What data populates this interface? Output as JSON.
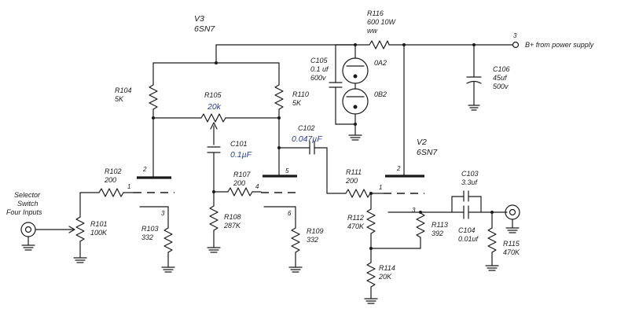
{
  "tubes": {
    "v3": {
      "ref": "V3",
      "type": "6SN7"
    },
    "v2": {
      "ref": "V2",
      "type": "6SN7"
    }
  },
  "pins": {
    "v3_p2": "2",
    "v3_p1": "1",
    "v3_p3": "3",
    "v3_p5": "5",
    "v3_p4": "4",
    "v3_p6": "6",
    "v2_p2": "2",
    "v2_p1": "1",
    "v2_p3": "3",
    "bplus_pin": "3"
  },
  "components": {
    "R101": {
      "ref": "R101",
      "value": "100K"
    },
    "R102": {
      "ref": "R102",
      "value": "200"
    },
    "R103": {
      "ref": "R103",
      "value": "332"
    },
    "R104": {
      "ref": "R104",
      "value": "5K"
    },
    "R105": {
      "ref": "R105",
      "value": "20k"
    },
    "R107": {
      "ref": "R107",
      "value": "200"
    },
    "R108": {
      "ref": "R108",
      "value": "287K"
    },
    "R109": {
      "ref": "R109",
      "value": "332"
    },
    "R110": {
      "ref": "R110",
      "value": "5K"
    },
    "R111": {
      "ref": "R111",
      "value": "200"
    },
    "R112": {
      "ref": "R112",
      "value": "470K"
    },
    "R113": {
      "ref": "R113",
      "value": "392"
    },
    "R114": {
      "ref": "R114",
      "value": "20K"
    },
    "R115": {
      "ref": "R115",
      "value": "470K"
    },
    "R116": {
      "ref": "R116",
      "value": "600 10W",
      "note": "ww"
    },
    "C101": {
      "ref": "C101",
      "value": "0.1µF"
    },
    "C102": {
      "ref": "C102",
      "value": "0.047µF"
    },
    "C103": {
      "ref": "C103",
      "value": "3.3uf"
    },
    "C104": {
      "ref": "C104",
      "value": "0.01uf"
    },
    "C105": {
      "ref": "C105",
      "value": "0.1 uf",
      "voltage": "600v"
    },
    "C106": {
      "ref": "C106",
      "value": "45uf",
      "voltage": "500v"
    },
    "OA2": {
      "ref": "0A2"
    },
    "OB2": {
      "ref": "0B2"
    }
  },
  "labels": {
    "selector": [
      "Selector",
      "Switch",
      "Four Inputs"
    ],
    "bplus": "B+ from power supply"
  },
  "colors": {
    "ink": "#1a1a1a",
    "value_blue": "#2a3f8a"
  }
}
